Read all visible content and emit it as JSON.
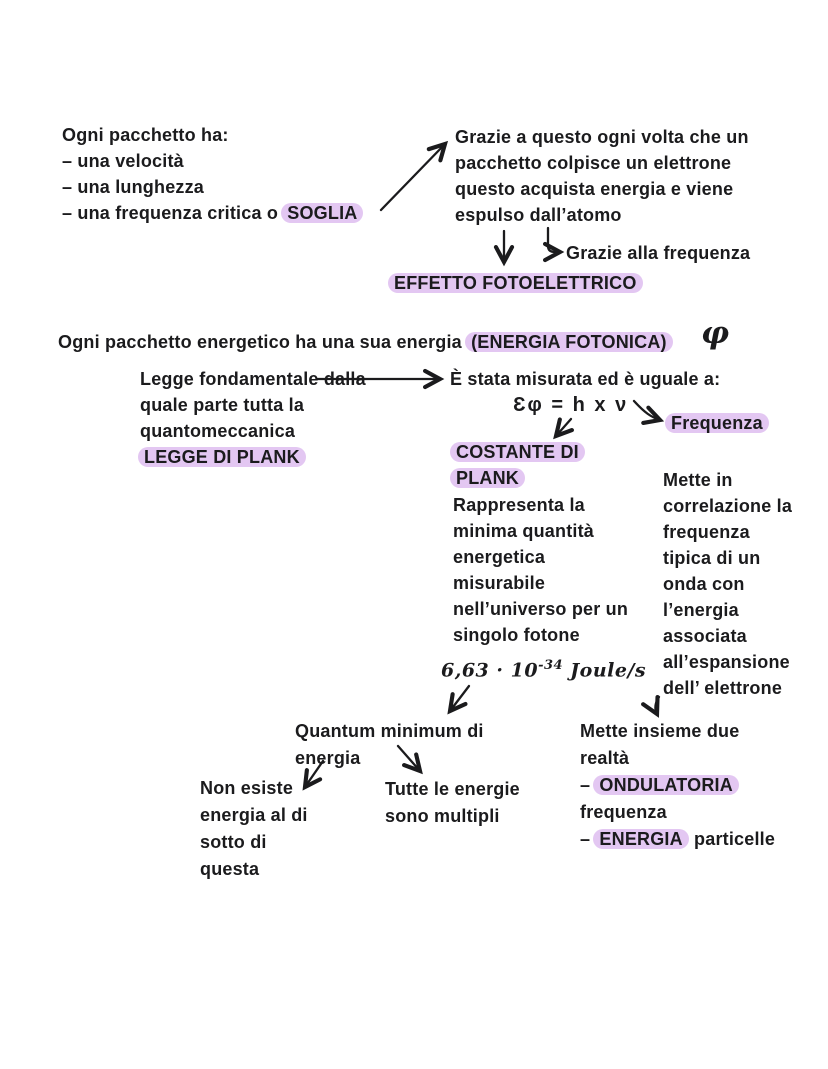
{
  "colors": {
    "background": "#ffffff",
    "ink": "#1b1b1d",
    "highlight": "#e3c7f2"
  },
  "packet": {
    "title": "Ogni pacchetto ha:",
    "item1": "– una velocità",
    "item2": "– una lunghezza",
    "item3_prefix": "– una frequenza critica o ",
    "item3_highlight": "SOGLIA"
  },
  "gain": {
    "line1": "Grazie a questo ogni volta che un",
    "line2": "pacchetto colpisce un elettrone",
    "line3": "questo acquista energia e viene",
    "line4": "espulso dall’atomo",
    "aside": "Grazie alla frequenza"
  },
  "effect_title": "EFFETTO FOTOELETTRICO",
  "photon_energy": {
    "prefix": "Ogni pacchetto energetico ha una sua energia ",
    "highlight": "(ENERGIA FOTONICA)",
    "symbol": "φ"
  },
  "planck_law": {
    "line1": "Legge fondamentale dalla",
    "line2": "quale parte tutta la",
    "line3": "quantomeccanica",
    "highlight": "LEGGE DI PLANK"
  },
  "measured": {
    "intro": "È stata misurata ed è uguale a:",
    "formula": "Ɛφ = h x ν",
    "frequency_label": "Frequenza"
  },
  "planck_constant": {
    "label_line1": "COSTANTE DI",
    "label_line2": "PLANK",
    "desc_line1": "Rappresenta la",
    "desc_line2": "minima quantità",
    "desc_line3": "energetica",
    "desc_line4": "misurabile",
    "desc_line5": "nell’universo per un",
    "desc_line6": "singolo fotone",
    "value_mantissa": "6,63 · 10",
    "value_exponent": "-34",
    "value_unit": " Joule/s"
  },
  "correlation": {
    "line1": "Mette in",
    "line2": "correlazione la",
    "line3": "frequenza",
    "line4": "tipica di un",
    "line5": "onda con",
    "line6": "l’energia",
    "line7": "associata",
    "line8": "all’espansione",
    "line9": "dell’ elettrone"
  },
  "quantum": {
    "line1": "Quantum minimum di",
    "line2": "energia"
  },
  "below": {
    "line1": "Non esiste",
    "line2": "energia al di",
    "line3": "sotto di",
    "line4": "questa"
  },
  "multiples": {
    "line1": "Tutte le energie",
    "line2": "sono multipli"
  },
  "realities": {
    "line1": "Mette insieme due",
    "line2": "realtà",
    "item1_dash": "– ",
    "item1_highlight": "ONDULATORIA",
    "item1_cont": "frequenza",
    "item2_dash": "– ",
    "item2_highlight": "ENERGIA",
    "item2_rest": " particelle"
  }
}
